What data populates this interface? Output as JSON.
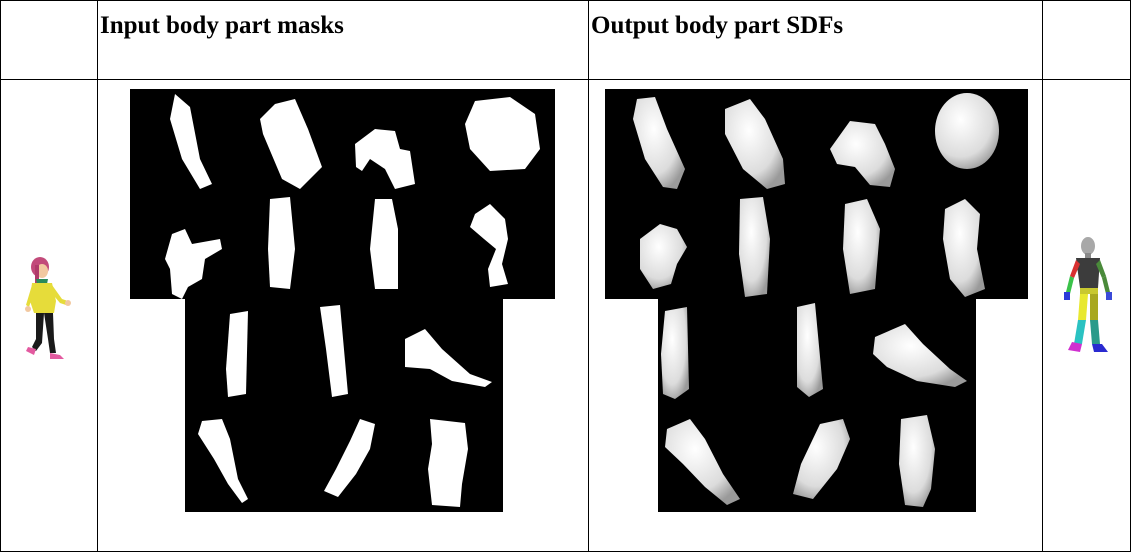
{
  "table": {
    "headers": [
      "",
      "Input body part masks",
      "Output body part SDFs",
      ""
    ]
  },
  "images": {
    "left": "person-photo",
    "input": "mask-panel",
    "output": "sdf-panel",
    "right": "body-model"
  },
  "colors": {
    "mask": "#ffffff",
    "background": "#000000",
    "sdf": "#e6e6e6"
  }
}
